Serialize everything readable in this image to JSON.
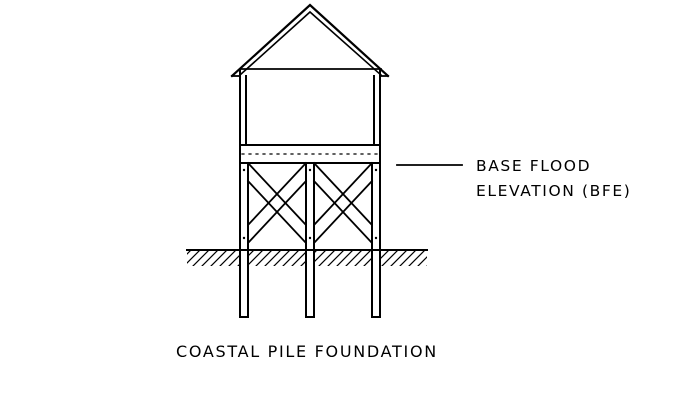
{
  "callout": {
    "line1": "BASE FLOOD",
    "line2": "ELEVATION (BFE)"
  },
  "caption": "COASTAL PILE FOUNDATION",
  "colors": {
    "ink": "#000000",
    "background": "#ffffff"
  }
}
